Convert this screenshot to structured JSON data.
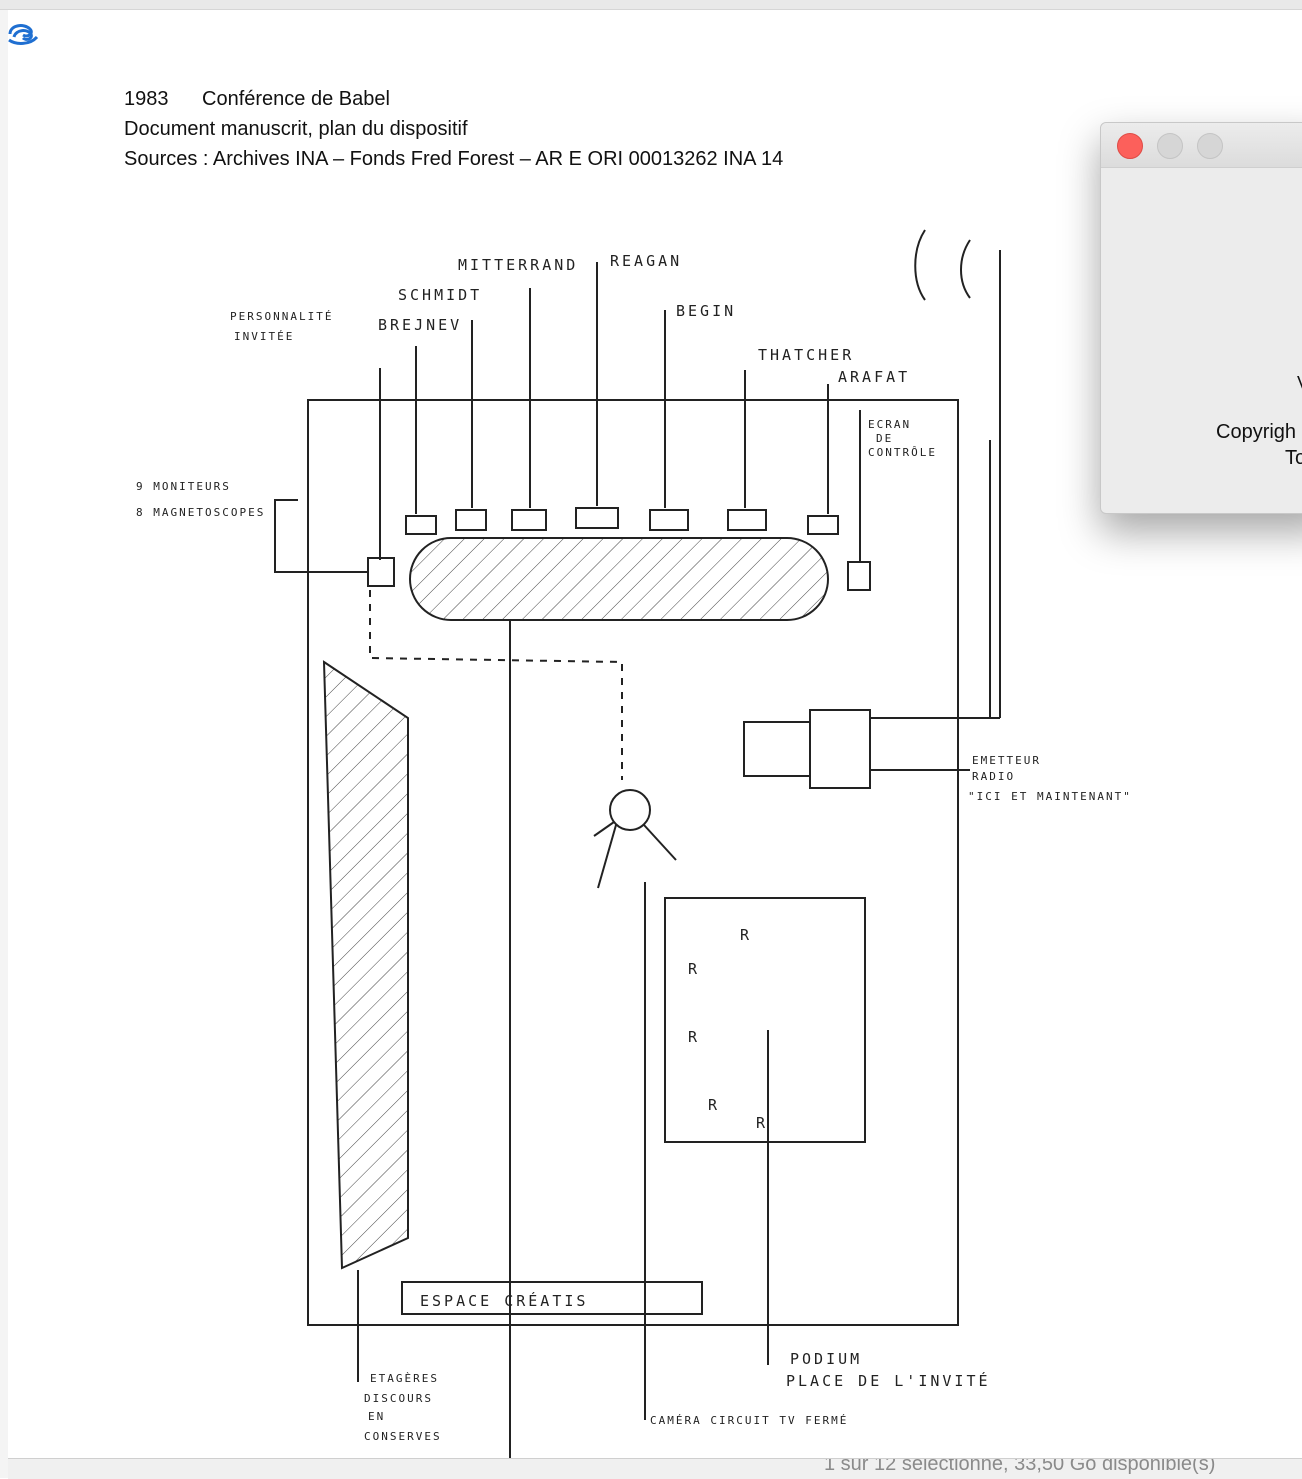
{
  "app": {
    "logo_icon": "blue-swirl-logo-icon"
  },
  "document": {
    "year": "1983",
    "title": "Conférence de Babel",
    "subtitle": "Document manuscrit, plan du dispositif",
    "sources": "Sources : Archives INA – Fonds Fred Forest – AR E ORI 00013262 INA 14"
  },
  "sketch": {
    "leaders": [
      "MITTERRAND",
      "REAGAN",
      "SCHMIDT",
      "BREJNEV",
      "BEGIN",
      "THATCHER",
      "ARAFAT"
    ],
    "guest_line1": "PERSONNALITÉ",
    "guest_line2": "INVITÉE",
    "monitors": "9 MONITEURS",
    "recorders": "8 MAGNETOSCOPES",
    "control_screen_1": "ECRAN",
    "control_screen_2": "DE",
    "control_screen_3": "CONTRÔLE",
    "transmitter_1": "EMETTEUR",
    "transmitter_2": "RADIO",
    "transmitter_3": "\"ICI ET MAINTENANT\"",
    "creative_space": "ESPACE CRÉATIS",
    "shelves_1": "ETAGÈRES",
    "shelves_2": "DISCOURS",
    "shelves_3": "EN",
    "shelves_4": "CONSERVES",
    "podium_1": "PODIUM",
    "podium_2": "PLACE DE L'INVITÉ",
    "camera": "CAMÉRA   CIRCUIT TV FERMÉ"
  },
  "about_window": {
    "partial_char": "V",
    "copyright": "Copyrigh",
    "to": "To"
  },
  "status_bar": {
    "text": "1 sur 12 sélectionné, 33,50 Go disponible(s)"
  },
  "colors": {
    "close": "#fc605b",
    "accent_blue": "#1f6fd1"
  }
}
